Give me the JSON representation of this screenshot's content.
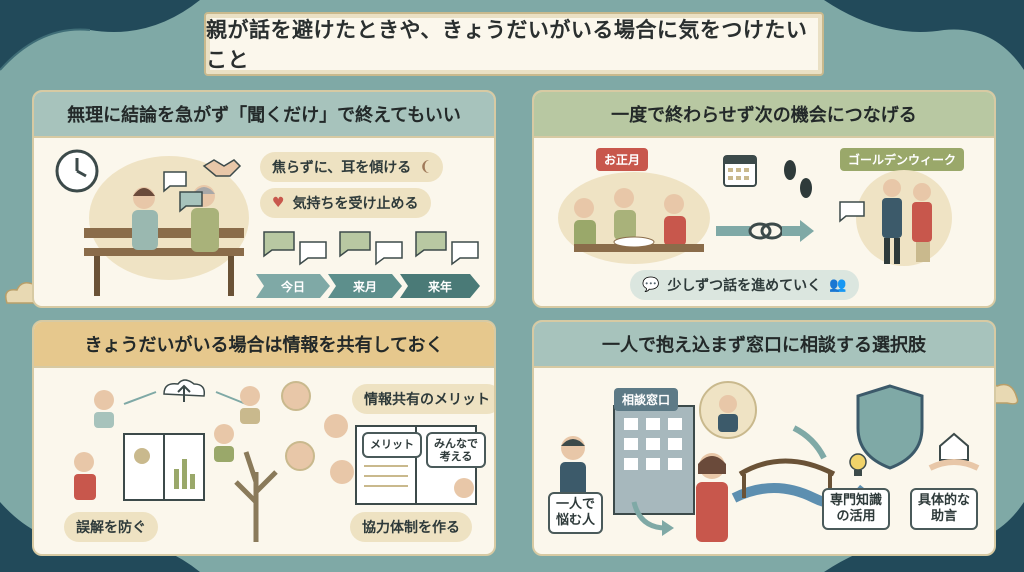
{
  "title": "親が話を避けたときや、きょうだいがいる場合に気をつけたいこと",
  "panel1": {
    "heading": "無理に結論を急がず「聞くだけ」で終えてもいい",
    "points": [
      "焦らずに、耳を傾ける",
      "気持ちを受け止める"
    ],
    "timeline": [
      "今日",
      "来月",
      "来年"
    ]
  },
  "panel2": {
    "heading": "一度で終わらせず次の機会につなげる",
    "tag_left": "お正月",
    "tag_right": "ゴールデンウィーク",
    "bottom": "少しずつ話を進めていく"
  },
  "panel3": {
    "heading": "きょうだいがいる場合は情報を共有しておく",
    "merit_title": "情報共有のメリット",
    "book_left": "メリット",
    "book_right": "みんなで\n考える",
    "bottom_left": "誤解を防ぐ",
    "bottom_right": "協力体制を作る"
  },
  "panel4": {
    "heading": "一人で抱え込まず窓口に相談する選択肢",
    "building_sign": "相談窓口",
    "person_label": "一人で\n悩む人",
    "label_mid": "専門知識\nの活用",
    "label_right": "具体的な\n助言"
  },
  "colors": {
    "background": "#7fa9a6",
    "panel": "#fbf7ec",
    "teal_header": "#a7c3bc",
    "green_header": "#b8c8a2",
    "yellow_header": "#e6c88d",
    "accent_red": "#c8574c",
    "accent_olive": "#9aa86a"
  }
}
